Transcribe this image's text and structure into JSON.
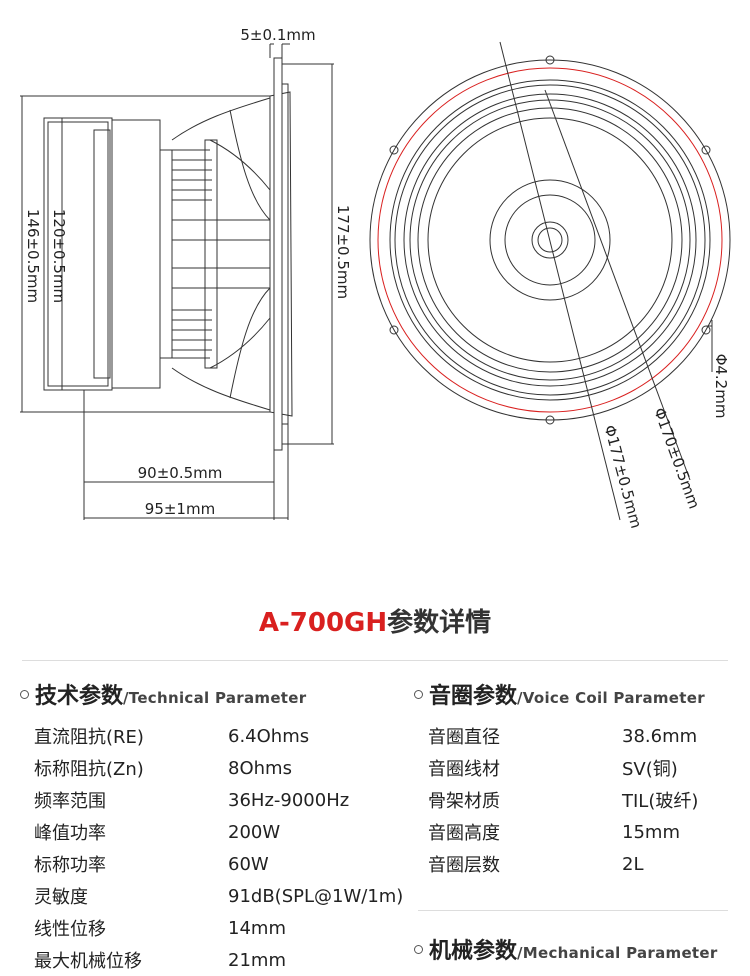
{
  "drawing": {
    "side_view_dims": {
      "flange_thickness": "5±0.1mm",
      "magnet_diameter": "120±0.5mm",
      "frame_depth_back": "146±0.5mm",
      "overall_height": "177±0.5mm",
      "depth_to_flange": "90±0.5mm",
      "total_depth": "95±1mm"
    },
    "front_view_dims": {
      "hole_diameter": "Φ4.2mm",
      "bolt_circle": "Φ170±0.5mm",
      "outer_diameter": "Φ177±0.5mm"
    },
    "colors": {
      "line": "#333333",
      "accent": "#d9201f"
    }
  },
  "title": {
    "model": "A-700GH",
    "rest": "参数详情"
  },
  "technical": {
    "heading_cn": "技术参数",
    "heading_en": "/Technical Parameter",
    "rows": [
      {
        "k": "直流阻抗(RE)",
        "v": "6.4Ohms"
      },
      {
        "k": "标称阻抗(Zn)",
        "v": "8Ohms"
      },
      {
        "k": "频率范围",
        "v": "36Hz-9000Hz"
      },
      {
        "k": "峰值功率",
        "v": "200W"
      },
      {
        "k": "标称功率",
        "v": "60W"
      },
      {
        "k": "灵敏度",
        "v": "91dB(SPL@1W/1m)"
      },
      {
        "k": "线性位移",
        "v": "14mm"
      },
      {
        "k": "最大机械位移",
        "v": "21mm"
      }
    ]
  },
  "voice_coil": {
    "heading_cn": "音圈参数",
    "heading_en": "/Voice Coil Parameter",
    "rows": [
      {
        "k": "音圈直径",
        "v": "38.6mm"
      },
      {
        "k": "音圈线材",
        "v": "SV(铜)"
      },
      {
        "k": "骨架材质",
        "v": "TIL(玻纤)"
      },
      {
        "k": "音圈高度",
        "v": "15mm"
      },
      {
        "k": "音圈层数",
        "v": "2L"
      }
    ]
  },
  "mechanical": {
    "heading_cn": "机械参数",
    "heading_en": "/Mechanical Parameter"
  }
}
